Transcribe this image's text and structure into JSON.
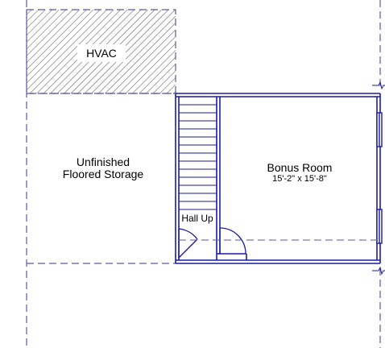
{
  "plan": {
    "hvac_label": "HVAC",
    "storage_label_line1": "Unfinished",
    "storage_label_line2": "Floored Storage",
    "bonus_room_label": "Bonus Room",
    "bonus_room_dims": "15'-2\" x 15'-8\"",
    "hall_label": "Hall Up",
    "colors": {
      "wall": "#1a1aa8",
      "dash": "#5a5aa0",
      "hatch": "#6a6a6a",
      "text": "#000000"
    }
  }
}
